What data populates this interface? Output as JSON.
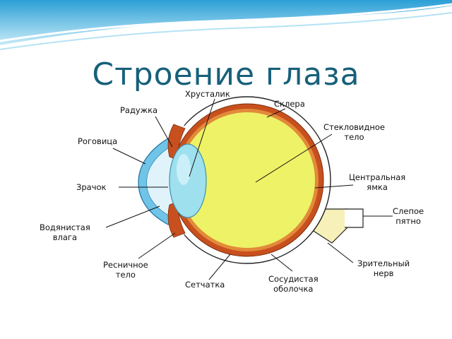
{
  "slide": {
    "title": "Строение глаза"
  },
  "labels": {
    "lens": "Хрусталик",
    "iris": "Радужка",
    "sclera": "Склера",
    "vitreous_line1": "Стекловидное",
    "vitreous_line2": "тело",
    "cornea": "Роговица",
    "fovea_line1": "Центральная",
    "fovea_line2": "ямка",
    "pupil": "Зрачок",
    "blind_spot_line1": "Слепое",
    "blind_spot_line2": "пятно",
    "aqueous_line1": "Водянистая",
    "aqueous_line2": "влага",
    "optic_nerve_line1": "Зрительный",
    "optic_nerve_line2": "нерв",
    "ciliary_line1": "Ресничное",
    "ciliary_line2": "тело",
    "retina": "Сетчатка",
    "choroid_line1": "Сосудистая",
    "choroid_line2": "оболочка"
  },
  "colors": {
    "title": "#17607a",
    "vitreous": "#eef266",
    "choroid": "#c8501e",
    "sclera": "#ffffff",
    "cornea": "#6fc4e8",
    "lens": "#9fe0ee",
    "aqueous": "#e0f3fb",
    "wave_light": "#bfe6f5",
    "wave_dark": "#3aa8d8"
  }
}
